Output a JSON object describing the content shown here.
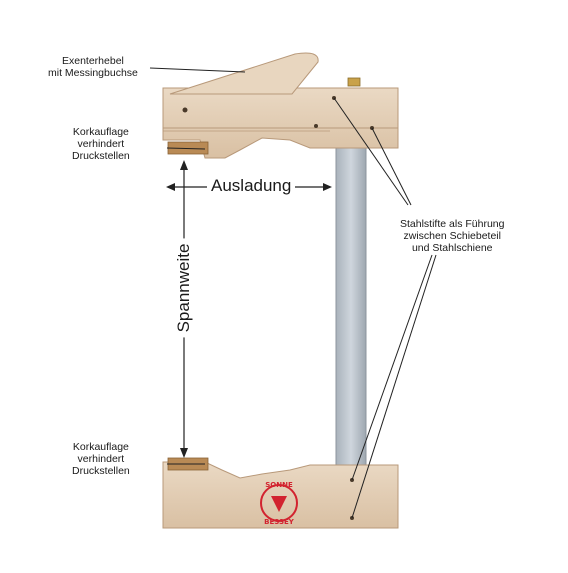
{
  "labels": {
    "exzenterhebel": [
      "Exenterhebel",
      "mit Messingbuchse"
    ],
    "kork_top": [
      "Korkauflage",
      "verhindert",
      "Druckstellen"
    ],
    "kork_bottom": [
      "Korkauflage",
      "verhindert",
      "Druckstellen"
    ],
    "stahlstifte": [
      "Stahlstifte als Führung",
      "zwischen Schiebeteil",
      "und Stahlschiene"
    ]
  },
  "dimensions": {
    "ausladung": "Ausladung",
    "spannweite": "Spannweite"
  },
  "logo": {
    "text_top": "SONNE",
    "text_bottom": "BESSEY"
  },
  "colors": {
    "wood": "#e2cdb4",
    "wood_dark": "#c9ae8f",
    "steel": "#b9c2cb",
    "cork": "#b98a55",
    "logo_red": "#d2232f"
  }
}
